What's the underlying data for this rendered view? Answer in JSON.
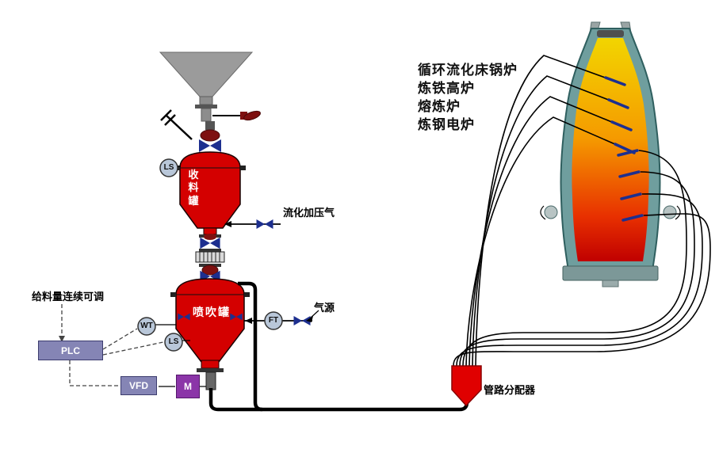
{
  "labels": {
    "feed_note": "给料量连续可调",
    "fluidization_gas": "流化加压气",
    "gas_source": "气源",
    "distributor": "管路分配器",
    "receiving_tank": "收料罐",
    "injection_tank": "喷吹罐"
  },
  "instruments": {
    "plc": "PLC",
    "vfd": "VFD",
    "motor": "M",
    "level_switch_upper": "LS",
    "level_switch_lower": "LS",
    "weight_transmitter": "WT",
    "flow_transmitter": "FT"
  },
  "applications": {
    "items": [
      "循环流化床锅炉",
      "炼铁高炉",
      "熔炼炉",
      "炼钢电炉"
    ]
  },
  "colors": {
    "vessel_red": "#d40000",
    "distributor_red": "#e00000",
    "valve_navy": "#1d2f8f",
    "actuator_maroon": "#7e1010",
    "funnel_gray": "#9b9b9b",
    "furnace_shell": "#6f9e9e",
    "furnace_base": "#7c9898",
    "furnace_heat_top": "#f2d500",
    "furnace_heat_mid": "#f59a00",
    "furnace_heat_low": "#e83000",
    "furnace_heat_bottom": "#c00000",
    "control_box": "#8585b5",
    "motor_purple": "#8b35a8",
    "instrument_fill": "#b9c7d9",
    "pipe_black": "#000000"
  }
}
